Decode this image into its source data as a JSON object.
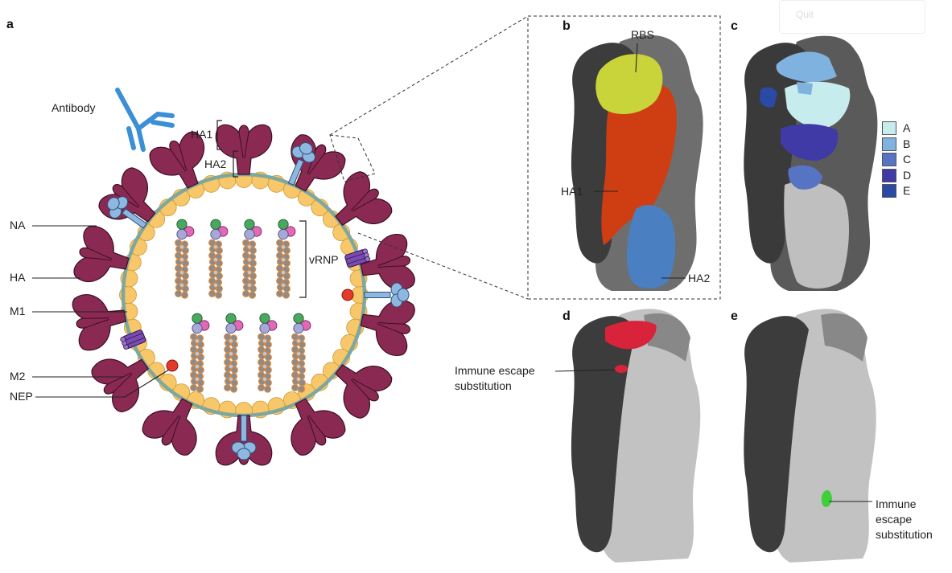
{
  "panels": {
    "a": "a",
    "b": "b",
    "c": "c",
    "d": "d",
    "e": "e"
  },
  "labels": {
    "antibody": "Antibody",
    "ha1": "HA1",
    "ha2": "HA2",
    "na": "NA",
    "ha": "HA",
    "m1": "M1",
    "m2": "M2",
    "nep": "NEP",
    "vrnp": "vRNP",
    "rbs": "RBS",
    "b_ha1": "HA1",
    "b_ha2": "HA2",
    "escape_d_1": "Immune escape",
    "escape_d_2": "substitution",
    "escape_e_1": "Immune",
    "escape_e_2": "escape",
    "escape_e_3": "substitution"
  },
  "legend": [
    {
      "label": "A",
      "color": "#c6ecee"
    },
    {
      "label": "B",
      "color": "#7fb2de"
    },
    {
      "label": "C",
      "color": "#5673c4"
    },
    {
      "label": "D",
      "color": "#3f3aa6"
    },
    {
      "label": "E",
      "color": "#2a4aa6"
    }
  ],
  "quit_button": "Quit"
}
